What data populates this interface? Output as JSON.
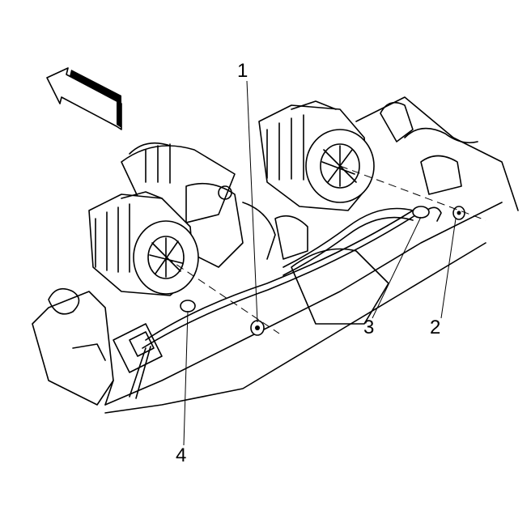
{
  "callouts": [
    {
      "id": "1",
      "label": "1"
    },
    {
      "id": "2",
      "label": "2"
    },
    {
      "id": "3",
      "label": "3"
    },
    {
      "id": "4",
      "label": "4"
    }
  ],
  "colors": {
    "ink": "#000000",
    "background": "#ffffff"
  },
  "icons": {
    "direction": "front-direction-arrow-icon"
  }
}
